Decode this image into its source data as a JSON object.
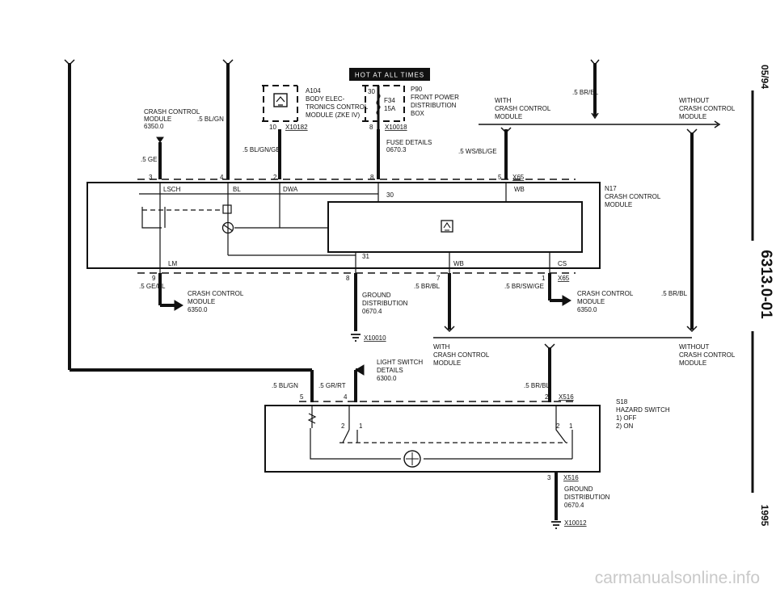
{
  "banner": "HOT AT ALL TIMES",
  "side": {
    "date": "05/94",
    "code": "6313.0-01",
    "year": "1995"
  },
  "watermark": "carmanualsonline.info",
  "top": {
    "crash_left": [
      "CRASH CONTROL",
      "MODULE",
      "6350.0"
    ],
    "w_bl_gn": ".5 BL/GN",
    "w_ge": ".5 GE",
    "a104": [
      "A104",
      "BODY ELEC-",
      "TRONICS CONTROL",
      "MODULE (ZKE IV)"
    ],
    "pin10": "10",
    "x10182": "X10182",
    "w_bl_gn_ge": ".5 BL/GN/GE",
    "p90": [
      "P90",
      "FRONT POWER",
      "DISTRIBUTION",
      "BOX"
    ],
    "p90_pin30": "30",
    "f34": "F34",
    "amp15": "15A",
    "pin8a": "8",
    "x10018": "X10018",
    "fuse_details": [
      "FUSE DETAILS",
      "0670.3"
    ],
    "with_crash": [
      "WITH",
      "CRASH CONTROL",
      "MODULE"
    ],
    "w_br_bl": ".5 BR/BL",
    "without_crash": [
      "WITHOUT",
      "CRASH CONTROL",
      "MODULE"
    ],
    "w_ws_bl_ge": ".5 WS/BL/GE"
  },
  "module": {
    "pin3": "3",
    "pin4": "4",
    "pin2": "2",
    "pin8": "8",
    "pin5": "5",
    "x65": "X65",
    "lsch": "LSCH",
    "bl": "BL",
    "dwa": "DWA",
    "wb": "WB",
    "pin30": "30",
    "pin31": "31",
    "lm": "LM",
    "wb2": "WB",
    "cs": "CS",
    "n17": [
      "N17",
      "CRASH CONTROL",
      "MODULE"
    ],
    "pin9": "9",
    "pin8b": "8",
    "pin7": "7",
    "pin1": "1",
    "x65b": "X65"
  },
  "mid": {
    "w_ge_bl": ".5 GE/BL",
    "crash_a": [
      "CRASH CONTROL",
      "MODULE",
      "6350.0"
    ],
    "ground": [
      "GROUND",
      "DISTRIBUTION",
      "0670.4"
    ],
    "x10010": "X10010",
    "w_br_bl": ".5 BR/BL",
    "w_br_sw_ge": ".5 BR/SW/GE",
    "crash_b": [
      "CRASH CONTROL",
      "MODULE",
      "6350.0"
    ],
    "w_br_bl_r": ".5 BR/BL",
    "with_crash": [
      "WITH",
      "CRASH CONTROL",
      "MODULE"
    ],
    "without_crash": [
      "WITHOUT",
      "CRASH CONTROL",
      "MODULE"
    ],
    "light_switch": [
      "LIGHT SWITCH",
      "DETAILS",
      "6300.0"
    ]
  },
  "switch": {
    "w_bl_gn": ".5 BL/GN",
    "w_gr_rt": ".5 GR/RT",
    "w_br_bl": ".5 BR/BL",
    "pin5": "5",
    "pin4": "4",
    "pin2": "2",
    "x516": "X516",
    "s18": [
      "S18",
      "HAZARD SWITCH",
      "1) OFF",
      "2) ON"
    ],
    "c2": "2",
    "c1": "1",
    "c2b": "2",
    "c1b": "1",
    "pin3": "3",
    "x516b": "X516",
    "ground": [
      "GROUND",
      "DISTRIBUTION",
      "0670.4"
    ],
    "x10012": "X10012"
  }
}
